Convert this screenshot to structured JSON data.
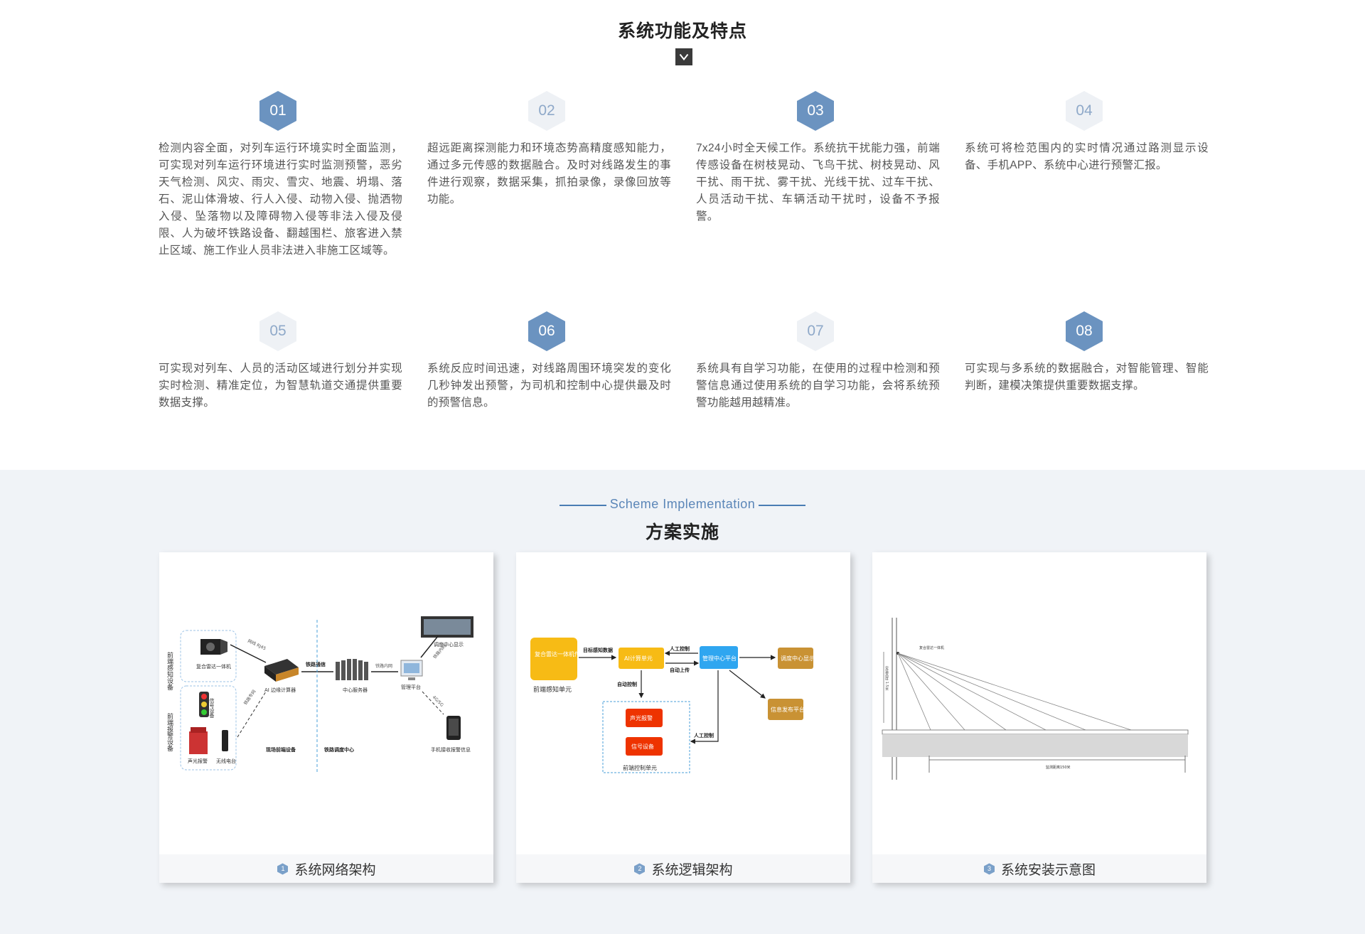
{
  "features": {
    "title": "系统功能及特点",
    "items": [
      {
        "num": "01",
        "style": "dark",
        "text": "检测内容全面，对列车运行环境实时全面监测，可实现对列车运行环境进行实时监测预警，恶劣天气检测、风灾、雨灾、雪灾、地震、坍塌、落石、泥山体滑坡、行人入侵、动物入侵、抛洒物入侵、坠落物以及障碍物入侵等非法入侵及侵限、人为破坏铁路设备、翻越围栏、旅客进入禁止区域、施工作业人员非法进入非施工区域等。"
      },
      {
        "num": "02",
        "style": "light",
        "text": "超远距离探测能力和环境态势高精度感知能力，通过多元传感的数据融合。及时对线路发生的事件进行观察，数据采集，抓拍录像，录像回放等功能。"
      },
      {
        "num": "03",
        "style": "dark",
        "text": "7x24小时全天候工作。系统抗干扰能力强，前端传感设备在树枝晃动、飞鸟干扰、树枝晃动、风干扰、雨干扰、雾干扰、光线干扰、过车干扰、人员活动干扰、车辆活动干扰时，设备不予报警。"
      },
      {
        "num": "04",
        "style": "light",
        "text": "系统可将检范围内的实时情况通过路测显示设备、手机APP、系统中心进行预警汇报。"
      },
      {
        "num": "05",
        "style": "light",
        "text": "可实现对列车、人员的活动区域进行划分并实现实时检测、精准定位，为智慧轨道交通提供重要数据支撑。"
      },
      {
        "num": "06",
        "style": "dark",
        "text": "系统反应时间迅速，对线路周围环境突发的变化几秒钟发出预警，为司机和控制中心提供最及时的预警信息。"
      },
      {
        "num": "07",
        "style": "light",
        "text": "系统具有自学习功能，在使用的过程中检测和预警信息通过使用系统的自学习功能，会将系统预警功能越用越精准。"
      },
      {
        "num": "08",
        "style": "dark",
        "text": "可实现与多系统的数据融合，对智能管理、智能判断，建模决策提供重要数据支撑。"
      }
    ]
  },
  "implementation": {
    "en_title": "Scheme Implementation",
    "cn_title": "方案实施",
    "cards": [
      {
        "num": "1",
        "label": "系统网络架构"
      },
      {
        "num": "2",
        "label": "系统逻辑架构"
      },
      {
        "num": "3",
        "label": "系统安装示意图"
      }
    ],
    "network": {
      "front_sense": "前端感知设备",
      "radar": "复合雷达一体机",
      "front_alarm": "前端报警设备",
      "signal": "信号设备",
      "sound_light": "声光报警",
      "radio": "无线电台",
      "edge": "AI 边缘计算器",
      "cable": "网线 RJ45",
      "rail_comm": "铁路通信",
      "rail_net": "铁路内网",
      "server": "中心服务器",
      "platform": "管理平台",
      "dispatch": "调度中心显示",
      "rail_lan": "铁路内网",
      "wifi": "4G/5G",
      "app": "手机接收报警信息",
      "field": "现场前端设备",
      "center": "铁路调度中心",
      "rail_link": "铁路专网"
    },
    "logic": {
      "radar": "复合雷达一体机传感器",
      "front_unit": "前端感知单元",
      "target_data": "目标感知数据",
      "ai": "AI计算单元",
      "manual1": "人工控制",
      "auto_up": "自动上传",
      "mgmt": "管理中心平台",
      "dispatch": "调度中心显示",
      "info": "信息发布平台",
      "auto_ctrl": "自动控制",
      "sound_light": "声光报警",
      "signal": "信号设备",
      "manual2": "人工控制",
      "ctrl_unit": "前端控制单元"
    },
    "install": {
      "device": "复合雷达一体机",
      "height": "安装高度 1.5米",
      "range": "监测距离150米"
    }
  },
  "colors": {
    "hex_dark": "#6b93c0",
    "hex_light": "#eef1f5",
    "accent_line": "#4a7cb4",
    "section_bg": "#f0f3f7"
  }
}
